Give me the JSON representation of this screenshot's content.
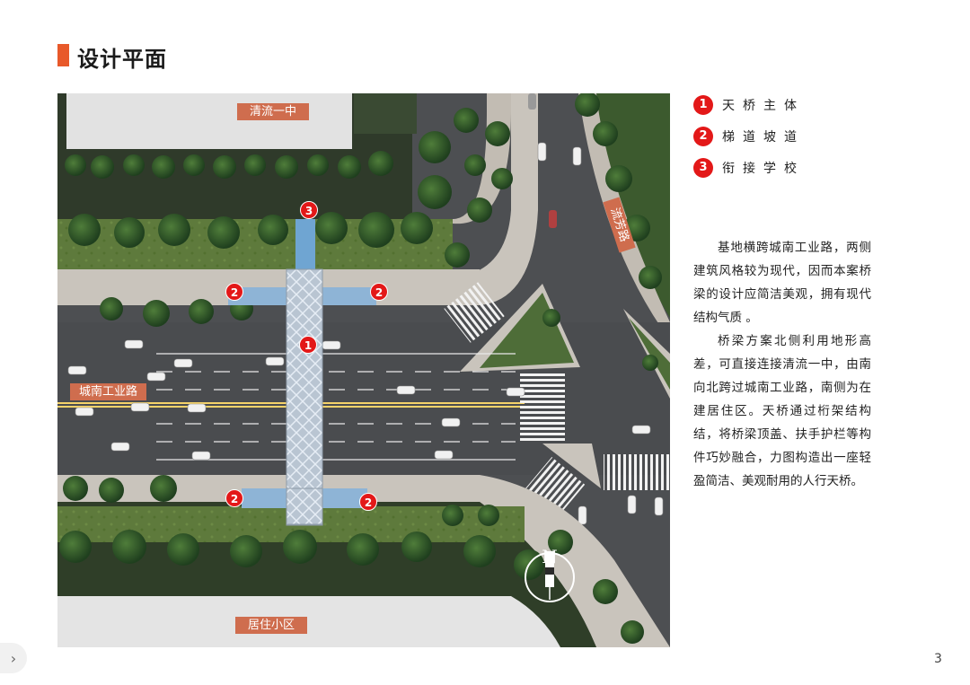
{
  "header": {
    "title": "设计平面"
  },
  "plan": {
    "labels": {
      "north_school": "清流一中",
      "main_road": "城南工业路",
      "east_road": "流芳路",
      "south_residential": "居住小区"
    },
    "markers": {
      "one": "1",
      "two": "2",
      "three": "3"
    },
    "north_letter": "N"
  },
  "legend": [
    {
      "num": "1",
      "text": "天桥主体"
    },
    {
      "num": "2",
      "text": "梯道坡道"
    },
    {
      "num": "3",
      "text": "衔接学校"
    }
  ],
  "description": {
    "p1": "基地横跨城南工业路，两侧建筑风格较为现代，因而本案桥梁的设计应简洁美观，拥有现代结构气质 。",
    "p2": "桥梁方案北侧利用地形高差，可直接连接清流一中，由南向北跨过城南工业路，南侧为在建居住区。天桥通过桁架结构结，将桥梁顶盖、扶手护栏等构件巧妙融合，力图构造出一座轻盈简洁、美观耐用的人行天桥。"
  },
  "footer": {
    "page_number": "3",
    "nav_icon": "chevron-right-icon"
  }
}
